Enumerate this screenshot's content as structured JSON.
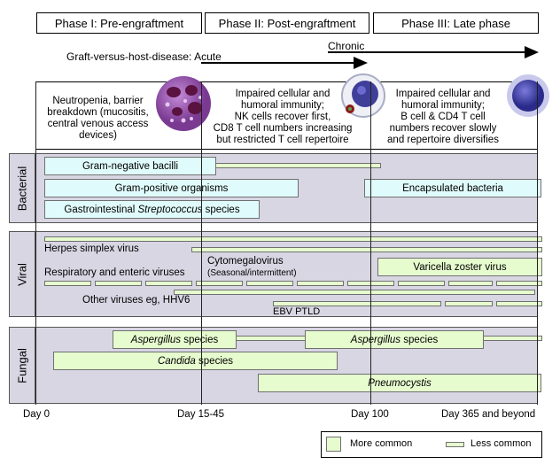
{
  "phases": [
    {
      "label": "Phase I: Pre-engraftment"
    },
    {
      "label": "Phase II: Post-engraftment"
    },
    {
      "label": "Phase III: Late phase"
    }
  ],
  "gvhd": {
    "label": "Graft-versus-host-disease:",
    "acute": "Acute",
    "chronic": "Chronic"
  },
  "descriptions": [
    {
      "lines": [
        "Neutropenia, barrier",
        "breakdown (mucositis,",
        "central venous access",
        "devices)"
      ]
    },
    {
      "lines": [
        "Impaired cellular and",
        "humoral immunity;",
        "NK cells recover first,",
        "CD8 T cell numbers increasing",
        "but restricted T cell repertoire"
      ]
    },
    {
      "lines": [
        "Impaired cellular and",
        "humoral immunity;",
        "B cell & CD4 T cell",
        "numbers recover slowly",
        "and repertoire diversifies"
      ]
    }
  ],
  "sections": {
    "bacterial": "Bacterial",
    "viral": "Viral",
    "fungal": "Fungal"
  },
  "bacterial": {
    "gram_negative": "Gram-negative bacilli",
    "gram_positive": "Gram-positive organisms",
    "gi_strep_pre": "Gastrointestinal ",
    "gi_strep_italic": "Streptococcus",
    "gi_strep_post": " species",
    "encapsulated": "Encapsulated bacteria"
  },
  "viral": {
    "hsv": "Herpes simplex virus",
    "cmv": "Cytomegalovirus",
    "cmv_note": "(Seasonal/intermittent)",
    "resp": "Respiratory and enteric viruses",
    "vzv": "Varicella zoster virus",
    "other": "Other viruses eg, HHV6",
    "ebv": "EBV PTLD"
  },
  "fungal": {
    "aspergillus_italic": "Aspergillus",
    "aspergillus_post": " species",
    "candida_italic": "Candida",
    "candida_post": " species",
    "pneumocystis": "Pneumocystis"
  },
  "timeline": {
    "t0": "Day 0",
    "t1": "Day 15-45",
    "t2": "Day 100",
    "t3": "Day 365 and beyond"
  },
  "legend": {
    "more": "More common",
    "less": "Less common"
  },
  "colors": {
    "bar_fill": "#e6fbce",
    "cyan_fill": "#e0fbfb",
    "section_bg": "#d8d6e3"
  }
}
